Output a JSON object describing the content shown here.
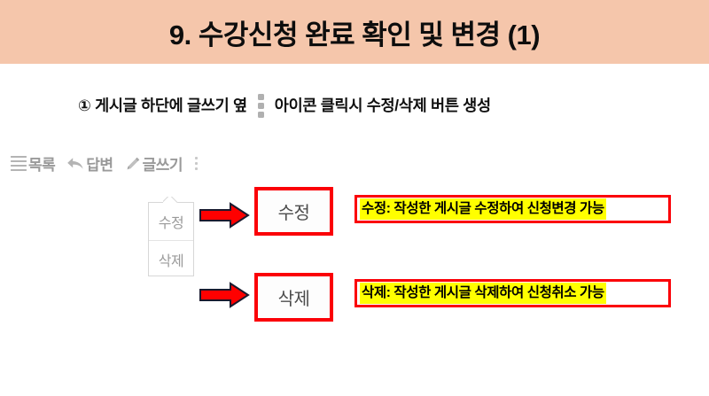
{
  "header": {
    "title": "9. 수강신청 완료 확인 및 변경 (1)",
    "band_color": "#F5C6AB"
  },
  "subtitle": {
    "prefix": "① 게시글 하단에 글쓰기 옆",
    "suffix": "아이콘 클릭시 수정/삭제 버튼 생성",
    "inline_icon": "kebab-menu-icon"
  },
  "board_toolbar": {
    "items": [
      {
        "icon": "list-icon",
        "label": "목록"
      },
      {
        "icon": "reply-arrow-icon",
        "label": "답변"
      },
      {
        "icon": "pencil-icon",
        "label": "글쓰기"
      }
    ],
    "menu_icon": "kebab-menu-icon"
  },
  "dropdown": {
    "items": [
      {
        "label": "수정"
      },
      {
        "label": "삭제"
      }
    ]
  },
  "callout_buttons": [
    {
      "label": "수정"
    },
    {
      "label": "삭제"
    }
  ],
  "annotations": [
    {
      "text": "수정: 작성한 게시글 수정하여 신청변경 가능"
    },
    {
      "text": "삭제: 작성한 게시글 삭제하여 신청취소 가능"
    }
  ],
  "colors": {
    "header_bg": "#F5C6AB",
    "highlight": "#FFFF00",
    "accent_red": "#FB0007",
    "arrow_red": "#FF0000",
    "muted_gray": "#9A9A9A"
  }
}
